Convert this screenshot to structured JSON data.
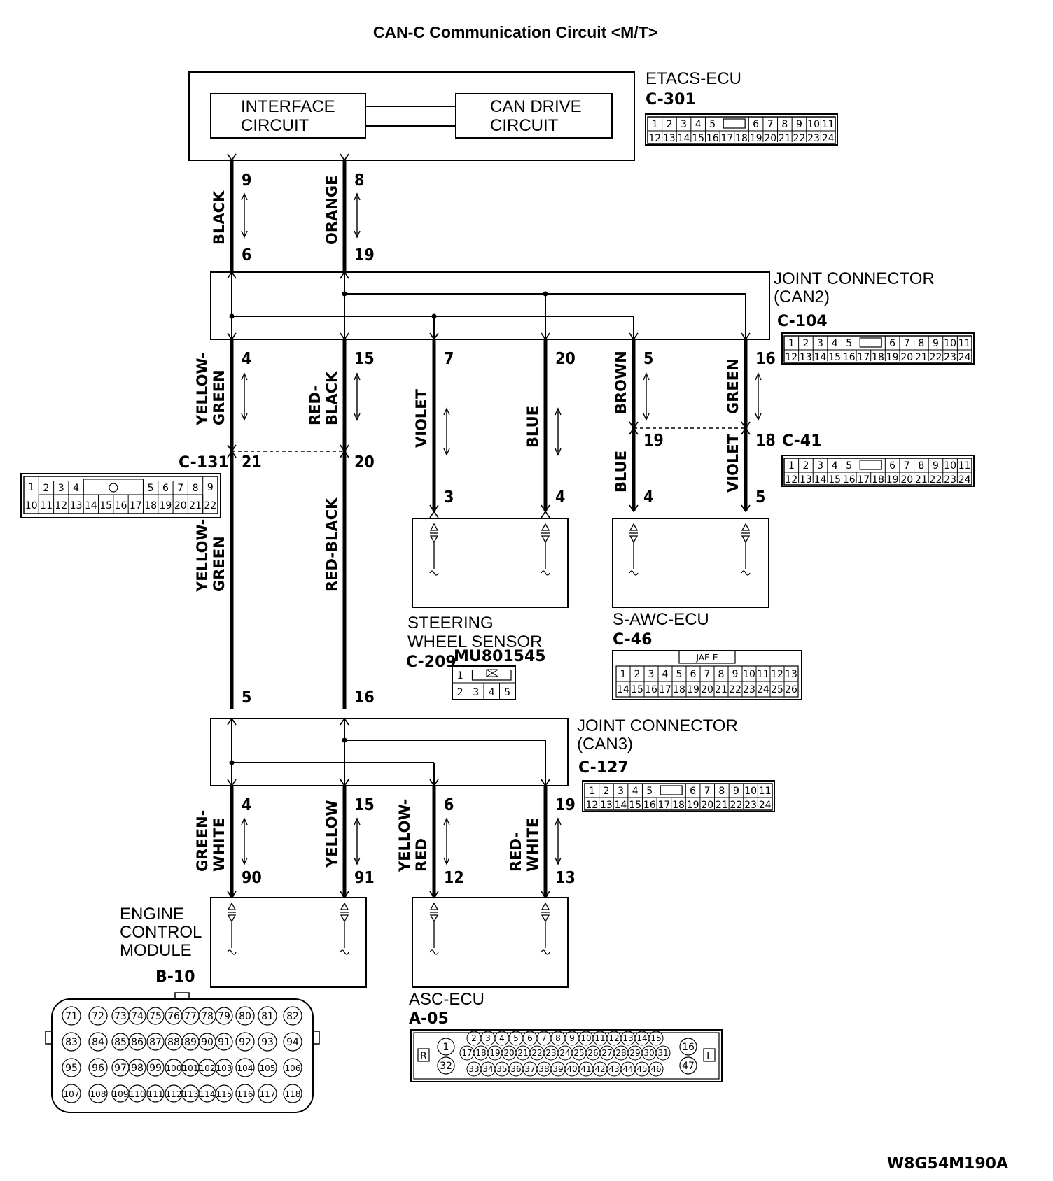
{
  "title": "CAN-C Communication Circuit <M/T>",
  "figure_code": "W8G54M190A",
  "etacs": {
    "name": "ETACS-ECU",
    "connector": "C-301",
    "interface": [
      "INTERFACE",
      "CIRCUIT"
    ],
    "can_drive": [
      "CAN DRIVE",
      "CIRCUIT"
    ],
    "pins": [
      "9",
      "8"
    ],
    "conn_row1": [
      "1",
      "2",
      "3",
      "4",
      "5",
      "6",
      "7",
      "8",
      "9",
      "10",
      "11"
    ],
    "conn_row2": [
      "12",
      "13",
      "14",
      "15",
      "16",
      "17",
      "18",
      "19",
      "20",
      "21",
      "22",
      "23",
      "24"
    ]
  },
  "wires_top": [
    {
      "color": "BLACK",
      "from": "9",
      "to": "6"
    },
    {
      "color": "ORANGE",
      "from": "8",
      "to": "19"
    }
  ],
  "jc2": {
    "name": [
      "JOINT CONNECTOR",
      "(CAN2)"
    ],
    "connector": "C-104",
    "pins": [
      "4",
      "15",
      "7",
      "20",
      "5",
      "16"
    ],
    "conn_row1": [
      "1",
      "2",
      "3",
      "4",
      "5",
      "6",
      "7",
      "8",
      "9",
      "10",
      "11"
    ],
    "conn_row2": [
      "12",
      "13",
      "14",
      "15",
      "16",
      "17",
      "18",
      "19",
      "20",
      "21",
      "22",
      "23",
      "24"
    ]
  },
  "wires_mid": [
    {
      "color": [
        "YELLOW-",
        "GREEN"
      ]
    },
    {
      "color": [
        "RED-",
        "BLACK"
      ]
    },
    {
      "color": "VIOLET",
      "to": "3"
    },
    {
      "color": "BLUE",
      "to": "4"
    },
    {
      "color": "BROWN",
      "to": "19"
    },
    {
      "color": "GREEN",
      "to": "18"
    }
  ],
  "c131": {
    "connector": "C-131",
    "pins": [
      "21",
      "20"
    ],
    "row1": [
      "1",
      "2",
      "3",
      "4",
      "5",
      "6",
      "7",
      "8",
      "9"
    ],
    "row2": [
      "10",
      "11",
      "12",
      "13",
      "14",
      "15",
      "16",
      "17",
      "18",
      "19",
      "20",
      "21",
      "22"
    ]
  },
  "c41": {
    "connector": "C-41",
    "conn_row1": [
      "1",
      "2",
      "3",
      "4",
      "5",
      "6",
      "7",
      "8",
      "9",
      "10",
      "11"
    ],
    "conn_row2": [
      "12",
      "13",
      "14",
      "15",
      "16",
      "17",
      "18",
      "19",
      "20",
      "21",
      "22",
      "23",
      "24"
    ]
  },
  "c41_wires": [
    {
      "color": "BLUE",
      "to": "4"
    },
    {
      "color": "VIOLET",
      "to": "5"
    }
  ],
  "long_wires": [
    {
      "color": [
        "YELLOW-",
        "GREEN"
      ],
      "to": "5"
    },
    {
      "color": "RED-BLACK",
      "to": "16"
    }
  ],
  "steering": {
    "name": [
      "STEERING",
      "WHEEL SENSOR"
    ],
    "connector": "C-209",
    "part_no": "MU801545",
    "row1": [
      "1"
    ],
    "row2": [
      "2",
      "3",
      "4",
      "5"
    ]
  },
  "sawc": {
    "name": "S-AWC-ECU",
    "connector": "C-46",
    "tag": "JAE-E",
    "row1": [
      "1",
      "2",
      "3",
      "4",
      "5",
      "6",
      "7",
      "8",
      "9",
      "10",
      "11",
      "12",
      "13"
    ],
    "row2": [
      "14",
      "15",
      "16",
      "17",
      "18",
      "19",
      "20",
      "21",
      "22",
      "23",
      "24",
      "25",
      "26"
    ]
  },
  "jc3": {
    "name": [
      "JOINT CONNECTOR",
      "(CAN3)"
    ],
    "connector": "C-127",
    "pins": [
      "4",
      "15",
      "6",
      "19"
    ],
    "conn_row1": [
      "1",
      "2",
      "3",
      "4",
      "5",
      "6",
      "7",
      "8",
      "9",
      "10",
      "11"
    ],
    "conn_row2": [
      "12",
      "13",
      "14",
      "15",
      "16",
      "17",
      "18",
      "19",
      "20",
      "21",
      "22",
      "23",
      "24"
    ]
  },
  "wires_bottom": [
    {
      "color": [
        "GREEN-",
        "WHITE"
      ],
      "to": "90"
    },
    {
      "color": "YELLOW",
      "to": "91"
    },
    {
      "color": [
        "YELLOW-",
        "RED"
      ],
      "to": "12"
    },
    {
      "color": [
        "RED-",
        "WHITE"
      ],
      "to": "13"
    }
  ],
  "ecm": {
    "name": [
      "ENGINE",
      "CONTROL",
      "MODULE"
    ],
    "connector": "B-10",
    "rows": [
      [
        "71",
        "72",
        "73",
        "74",
        "75",
        "76",
        "77",
        "78",
        "79",
        "80",
        "81",
        "82"
      ],
      [
        "83",
        "84",
        "85",
        "86",
        "87",
        "88",
        "89",
        "90",
        "91",
        "92",
        "93",
        "94"
      ],
      [
        "95",
        "96",
        "97",
        "98",
        "99",
        "100",
        "101",
        "102",
        "103",
        "104",
        "105",
        "106"
      ],
      [
        "107",
        "108",
        "109",
        "110",
        "111",
        "112",
        "113",
        "114",
        "115",
        "116",
        "117",
        "118"
      ]
    ]
  },
  "asc": {
    "name": "ASC-ECU",
    "connector": "A-05",
    "left_mark": "R",
    "right_mark": "L",
    "left_pins": [
      "1",
      "32"
    ],
    "right_pins": [
      "16",
      "47"
    ],
    "row1": [
      "2",
      "3",
      "4",
      "5",
      "6",
      "7",
      "8",
      "9",
      "10",
      "11",
      "12",
      "13",
      "14",
      "15"
    ],
    "row2": [
      "17",
      "18",
      "19",
      "20",
      "21",
      "22",
      "23",
      "24",
      "25",
      "26",
      "27",
      "28",
      "29",
      "30",
      "31"
    ],
    "row3": [
      "33",
      "34",
      "35",
      "36",
      "37",
      "38",
      "39",
      "40",
      "41",
      "42",
      "43",
      "44",
      "45",
      "46"
    ]
  }
}
